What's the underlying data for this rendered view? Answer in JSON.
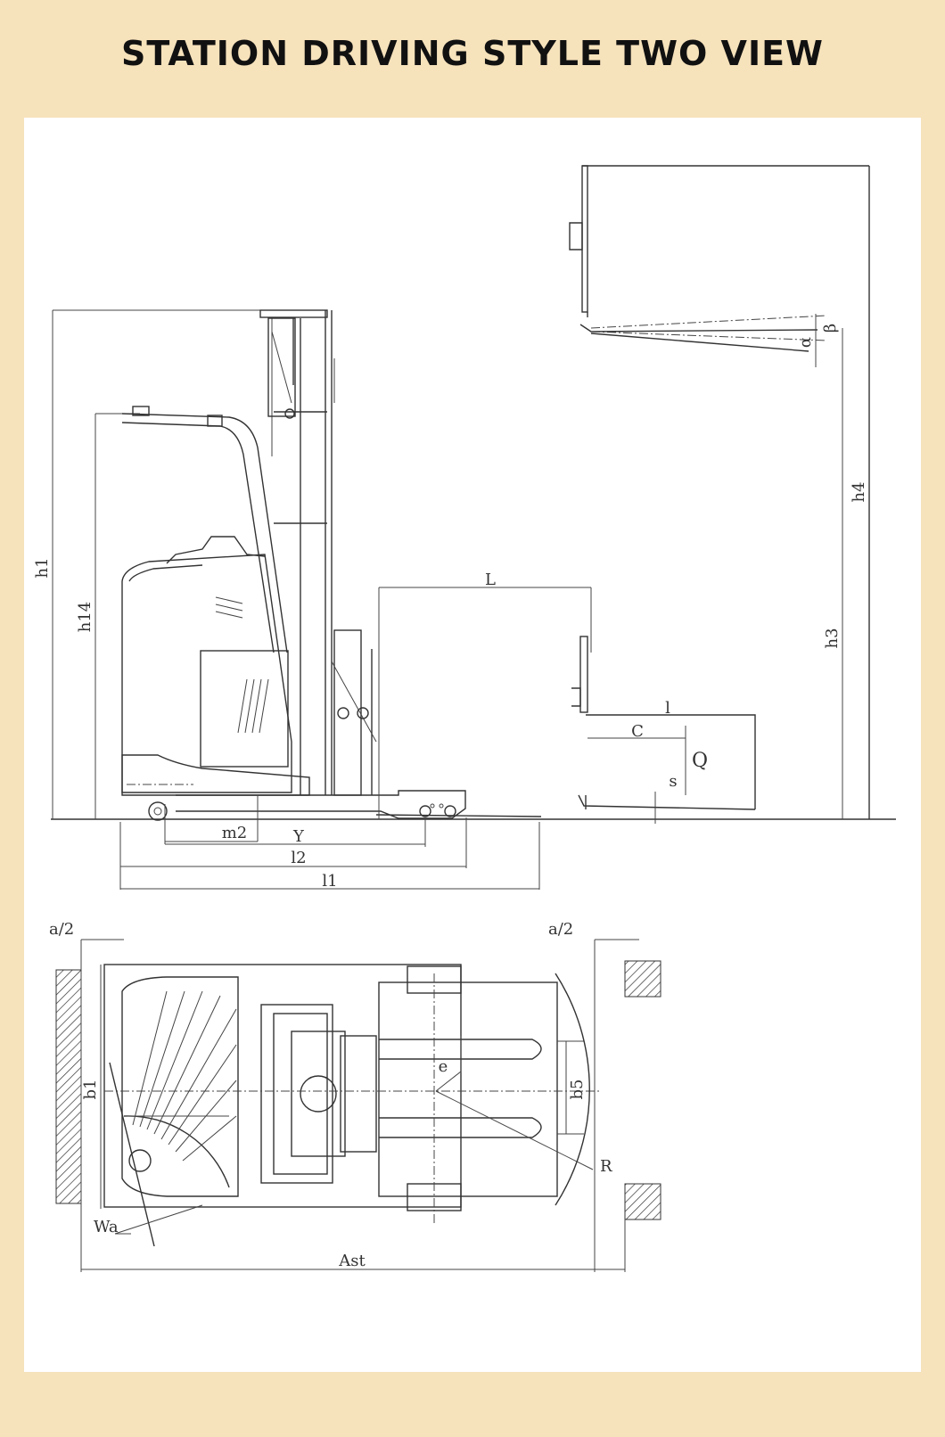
{
  "header": {
    "title": "STATION DRIVING STYLE TWO VIEW"
  },
  "side_view": {
    "labels": {
      "h1": "h1",
      "h14": "h14",
      "L": "L",
      "l": "l",
      "C": "C",
      "Q": "Q",
      "s": "s",
      "h3": "h3",
      "h4": "h4",
      "alpha": "α",
      "beta": "β",
      "m2": "m2",
      "Y": "Y",
      "l2": "l2",
      "l1": "l1"
    }
  },
  "top_view": {
    "labels": {
      "a2_left": "a/2",
      "a2_right": "a/2",
      "b1": "b1",
      "b5": "b5",
      "e": "e",
      "R": "R",
      "Wa": "Wa",
      "Ast": "Ast"
    }
  },
  "colors": {
    "background": "#f6e2bb",
    "panel": "#ffffff",
    "line": "#333333"
  }
}
